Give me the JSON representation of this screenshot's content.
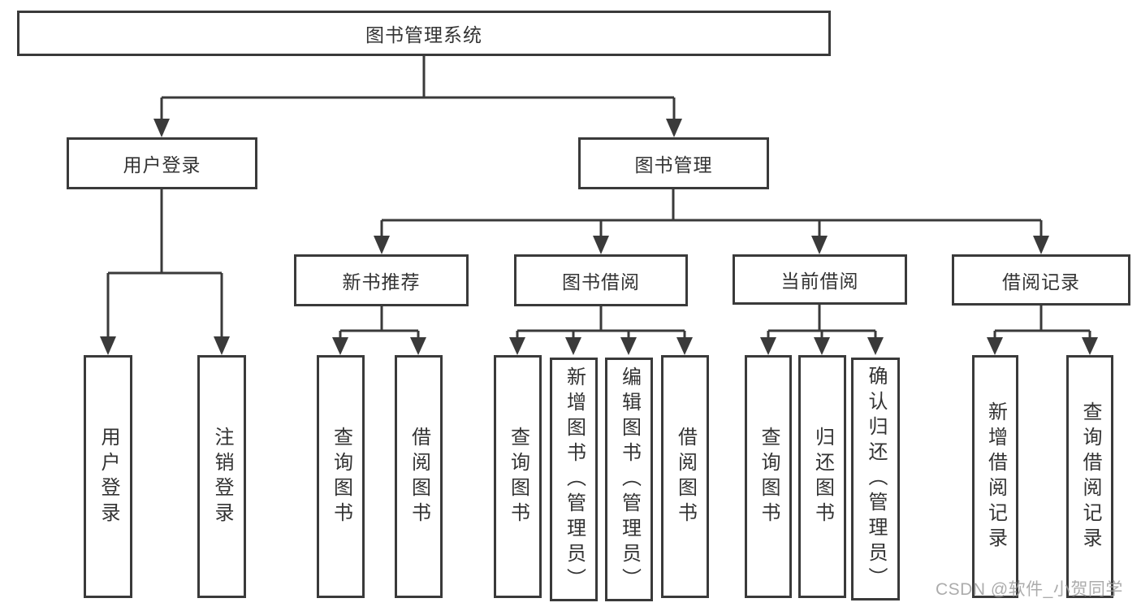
{
  "tree": {
    "label": "图书管理系统",
    "children": [
      {
        "label": "用户登录",
        "children": [
          {
            "label": "用户登录"
          },
          {
            "label": "注销登录"
          }
        ]
      },
      {
        "label": "图书管理",
        "children": [
          {
            "label": "新书推荐",
            "children": [
              {
                "label": "查询图书"
              },
              {
                "label": "借阅图书"
              }
            ]
          },
          {
            "label": "图书借阅",
            "children": [
              {
                "label": "查询图书"
              },
              {
                "label": "新增图书（管理员）"
              },
              {
                "label": "编辑图书（管理员）"
              },
              {
                "label": "借阅图书"
              }
            ]
          },
          {
            "label": "当前借阅",
            "children": [
              {
                "label": "查询图书"
              },
              {
                "label": "归还图书"
              },
              {
                "label": "确认归还（管理员）"
              }
            ]
          },
          {
            "label": "借阅记录",
            "children": [
              {
                "label": "新增借阅记录"
              },
              {
                "label": "查询借阅记录"
              }
            ]
          }
        ]
      }
    ]
  },
  "watermark": {
    "text": "CSDN @软件_小贺同学"
  },
  "colors": {
    "line": "#3a3a3a",
    "text": "#333333",
    "watermark": "#9e9e9e"
  }
}
